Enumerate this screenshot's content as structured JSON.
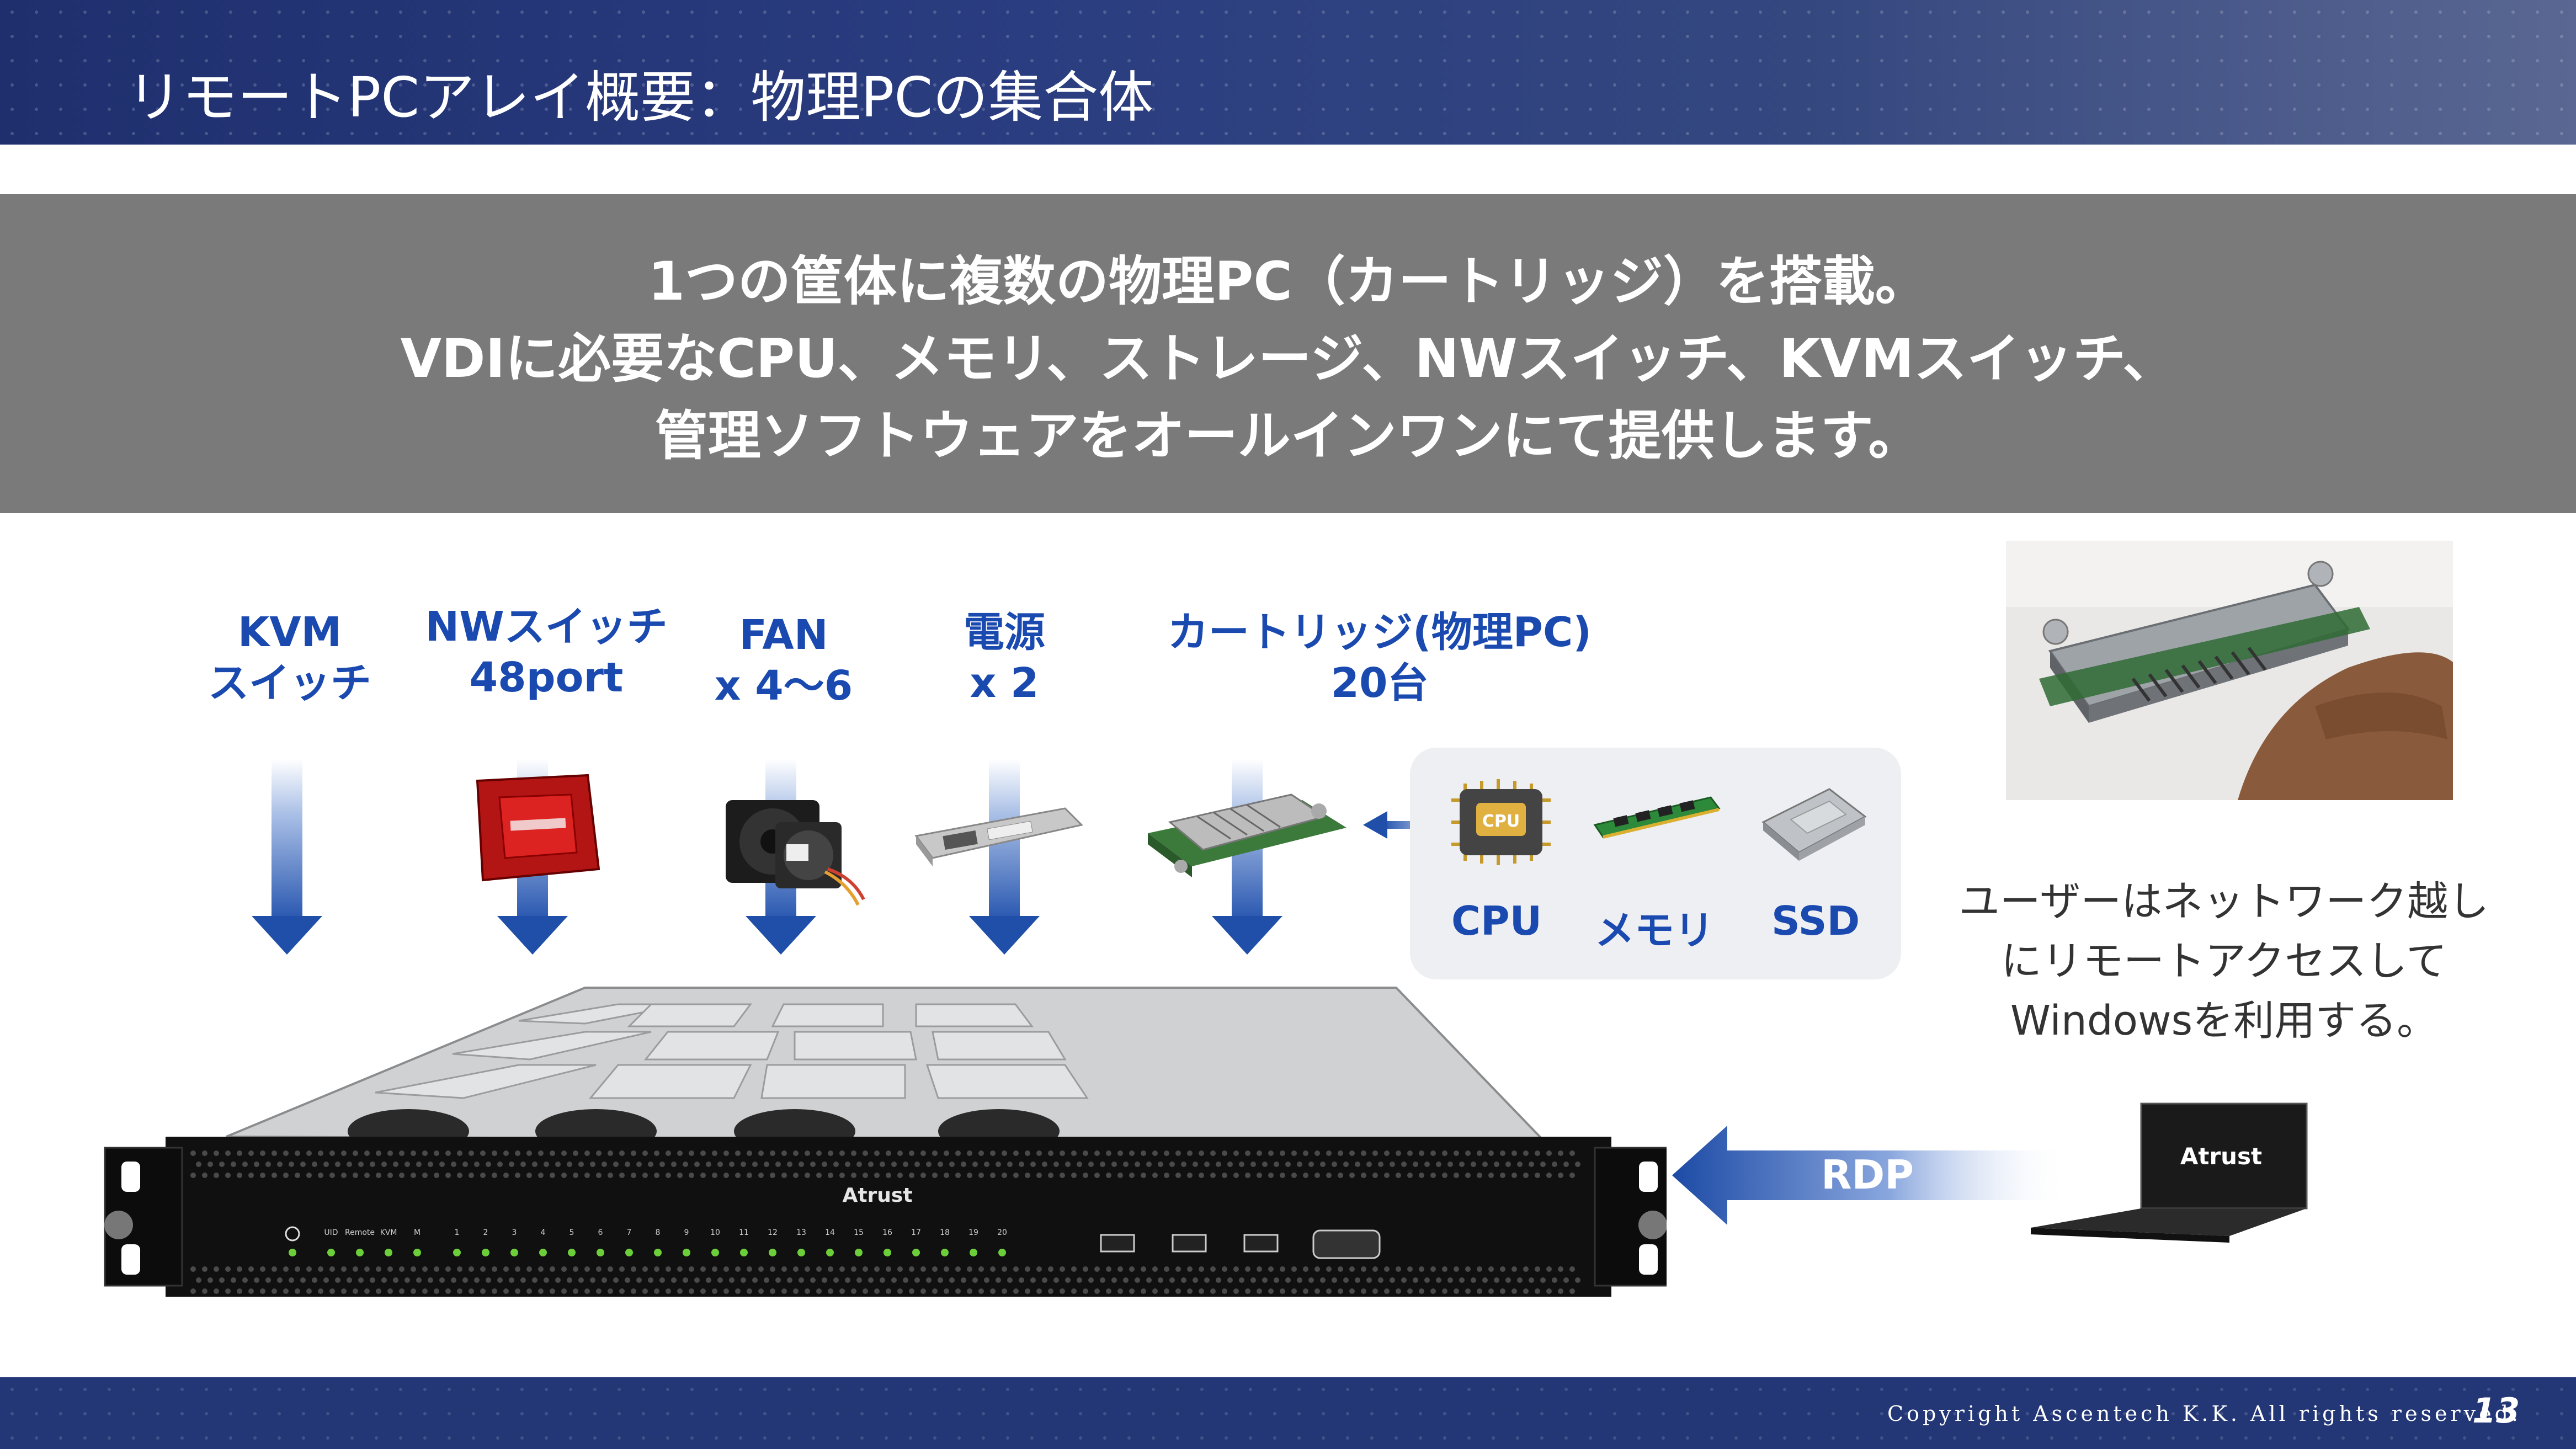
{
  "header": {
    "title": "リモートPCアレイ概要：物理PCの集合体"
  },
  "banner": {
    "line1": "1つの筐体に複数の物理PC（カートリッジ）を搭載。",
    "line2": "VDIに必要なCPU、メモリ、ストレージ、NWスイッチ、KVMスイッチ、",
    "line3": "管理ソフトウェアをオールインワンにて提供します。"
  },
  "components": [
    {
      "line1": "KVM",
      "line2": "スイッチ"
    },
    {
      "line1": "NWスイッチ",
      "line2": "48port"
    },
    {
      "line1": "FAN",
      "line2": "x 4～6"
    },
    {
      "line1": "電源",
      "line2": "x 2"
    },
    {
      "line1": "カートリッジ(物理PC)",
      "line2": "20台"
    }
  ],
  "parts": {
    "cpu": "CPU",
    "memory": "メモリ",
    "ssd": "SSD",
    "cpu_chip_text": "CPU"
  },
  "chassis": {
    "brand": "Atrust",
    "led_labels": [
      "UID",
      "Remote",
      "KVM",
      "M",
      "1",
      "2",
      "3",
      "4",
      "5",
      "6",
      "7",
      "8",
      "9",
      "10",
      "11",
      "12",
      "13",
      "14",
      "15",
      "16",
      "17",
      "18",
      "19",
      "20"
    ]
  },
  "laptop": {
    "brand": "Atrust"
  },
  "description": {
    "line1": "ユーザーはネットワーク越し",
    "line2": "にリモートアクセスして",
    "line3": "Windowsを利用する。"
  },
  "rdp": {
    "label": "RDP"
  },
  "footer": {
    "copyright": "Copyright Ascentech K.K. All rights reserved.",
    "page": "13"
  },
  "colors": {
    "header": "#1f2f6e",
    "banner": "#7a7a7a",
    "accent_blue": "#1a4ab0",
    "footer": "#233676"
  }
}
